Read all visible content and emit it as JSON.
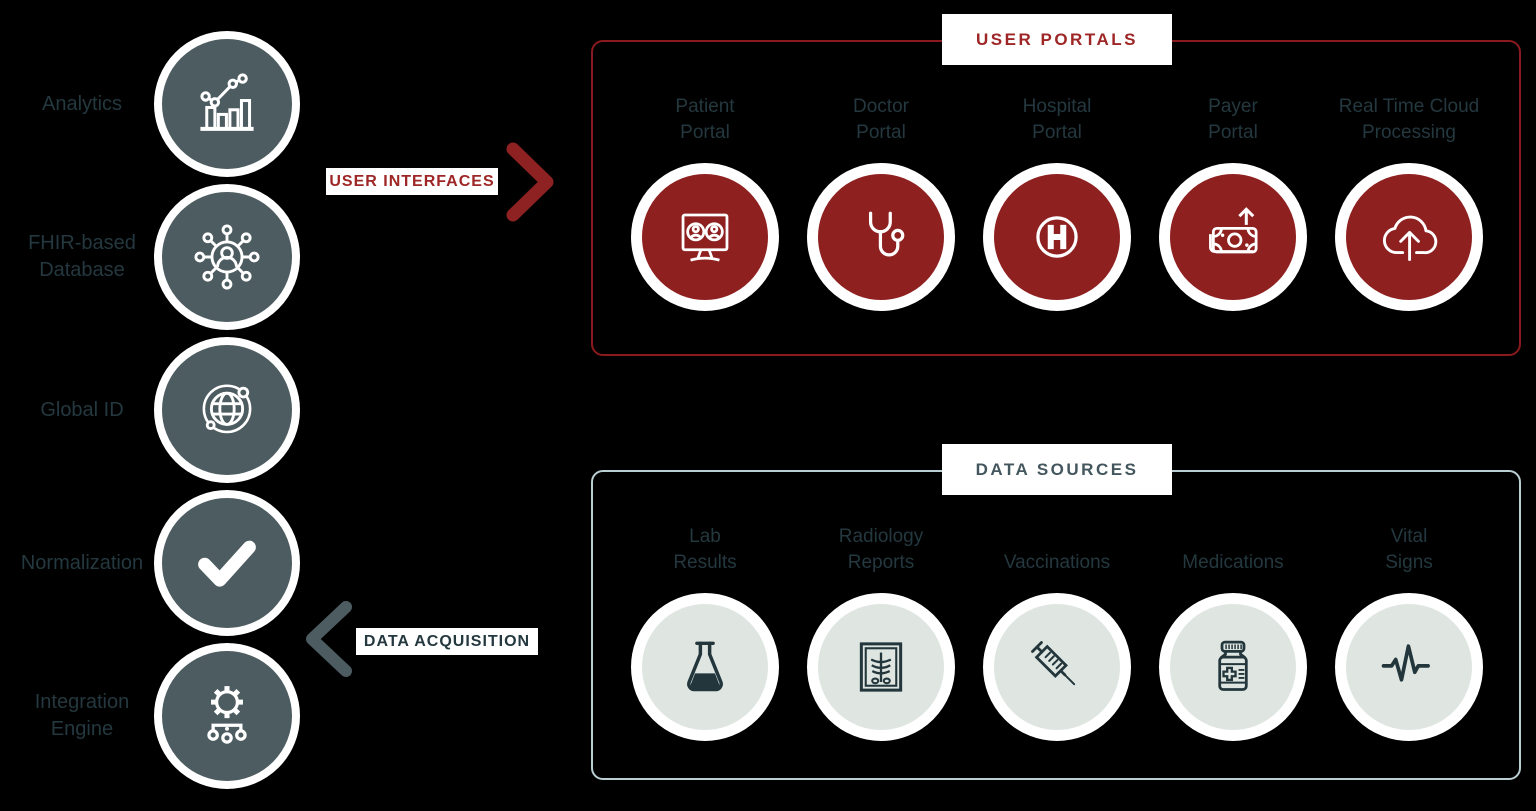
{
  "colors": {
    "background": "#000000",
    "slate": "#4d5c61",
    "dark_text": "#24383f",
    "red_fill": "#8e2020",
    "red_border": "#8b1a1e",
    "red_text": "#9e2626",
    "light_circle_fill": "#dfe6e2",
    "light_border": "#b9cfd3",
    "white": "#ffffff"
  },
  "pipeline": {
    "items": [
      {
        "label": "Analytics",
        "icon": "bar-chart-icon"
      },
      {
        "label": "FHIR-based\nDatabase",
        "icon": "network-user-icon"
      },
      {
        "label": "Global ID",
        "icon": "globe-orbit-icon"
      },
      {
        "label": "Normalization",
        "icon": "checkmark-icon"
      },
      {
        "label": "Integration\nEngine",
        "icon": "gear-network-icon"
      }
    ]
  },
  "flows": {
    "user_interfaces": {
      "label": "USER INTERFACES",
      "direction": "right"
    },
    "data_acquisition": {
      "label": "DATA ACQUISITION",
      "direction": "left"
    }
  },
  "user_portals": {
    "title": "USER PORTALS",
    "items": [
      {
        "label": "Patient\nPortal",
        "icon": "patient-monitor-icon"
      },
      {
        "label": "Doctor\nPortal",
        "icon": "stethoscope-icon"
      },
      {
        "label": "Hospital\nPortal",
        "icon": "hospital-h-icon"
      },
      {
        "label": "Payer\nPortal",
        "icon": "payment-arrow-icon"
      },
      {
        "label": "Real Time Cloud\nProcessing",
        "icon": "cloud-upload-icon"
      }
    ]
  },
  "data_sources": {
    "title": "DATA SOURCES",
    "items": [
      {
        "label": "Lab\nResults",
        "icon": "lab-flask-icon"
      },
      {
        "label": "Radiology\nReports",
        "icon": "xray-icon"
      },
      {
        "label": "Vaccinations",
        "icon": "syringe-icon"
      },
      {
        "label": "Medications",
        "icon": "medicine-bottle-icon"
      },
      {
        "label": "Vital\nSigns",
        "icon": "heartbeat-icon"
      }
    ]
  }
}
